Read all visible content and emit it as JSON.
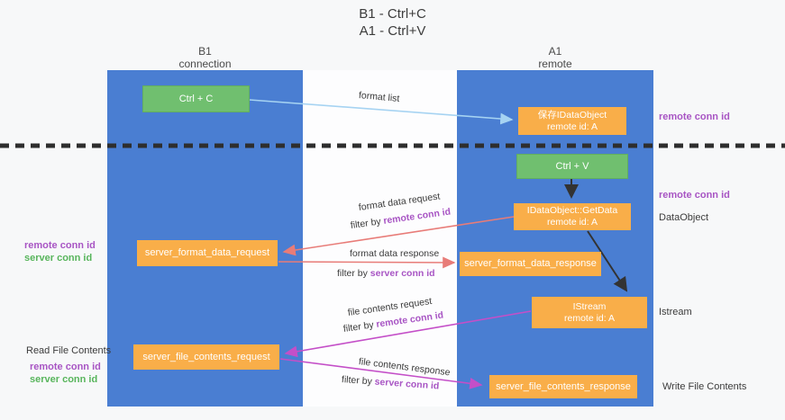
{
  "title": {
    "line1": "B1 - Ctrl+C",
    "line2": "A1 - Ctrl+V"
  },
  "lanes": {
    "left": {
      "name": "B1",
      "role": "connection"
    },
    "right": {
      "name": "A1",
      "role": "remote"
    }
  },
  "nodes": {
    "ctrl_c": "Ctrl + C",
    "ctrl_v": "Ctrl + V",
    "save_idataobject": {
      "line1": "保存IDataObject",
      "line2": "remote id: A"
    },
    "getdata": {
      "line1": "IDataObject::GetData",
      "line2": "remote id: A"
    },
    "istream": {
      "line1": "IStream",
      "line2": "remote id: A"
    },
    "server_format_data_request": "server_format_data_request",
    "server_format_data_response": "server_format_data_response",
    "server_file_contents_request": "server_file_contents_request",
    "server_file_contents_response": "server_file_contents_response"
  },
  "edge_labels": {
    "format_list": "format list",
    "format_data_request": "format data request",
    "format_data_response": "format data response",
    "file_contents_request": "file contents request",
    "file_contents_response": "file contents response",
    "filter_by": "filter by ",
    "remote_conn_id": "remote conn id",
    "server_conn_id": "server conn id"
  },
  "side_labels": {
    "remote_conn_id_top_right": "remote conn id",
    "remote_conn_id_mid_right": "remote conn id",
    "dataobject": "DataObject",
    "istream": "Istream",
    "write_file_contents": "Write File Contents",
    "read_file_contents": "Read File Contents",
    "remote_conn_id_left_1": "remote conn id",
    "server_conn_id_left_1": "server conn id",
    "remote_conn_id_left_2": "remote conn id",
    "server_conn_id_left_2": "server conn id"
  },
  "colors": {
    "lane_blue": "#4a7ed2",
    "box_green": "#70bf6f",
    "box_orange": "#f9ae49",
    "arrow_blue": "#a6d3f2",
    "arrow_red": "#e87c78",
    "arrow_magenta": "#c44fc8",
    "arrow_black": "#333333",
    "text_purple": "#a855c4",
    "text_green": "#58b55c",
    "dashed_line": "#2e2e2e"
  }
}
